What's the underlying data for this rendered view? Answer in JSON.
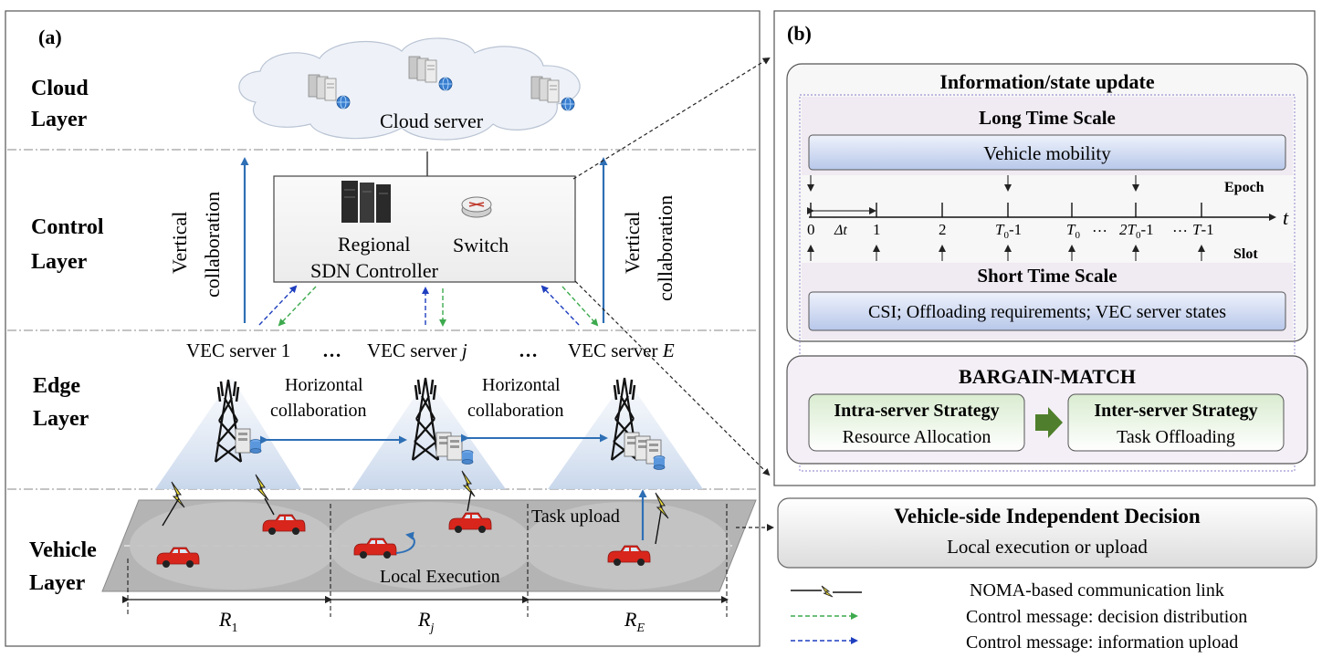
{
  "panel_a": {
    "label": "(a)",
    "layers": {
      "cloud": [
        "Cloud",
        "Layer"
      ],
      "control": [
        "Control",
        "Layer"
      ],
      "edge": [
        "Edge",
        "Layer"
      ],
      "vehicle": [
        "Vehicle",
        "Layer"
      ]
    },
    "cloud_server": "Cloud server",
    "controller": {
      "line1": "Regional",
      "line2": "SDN Controller",
      "switch": "Switch"
    },
    "vertical_collab": [
      "Vertical",
      "collaboration"
    ],
    "horizontal_collab": [
      "Horizontal",
      "collaboration"
    ],
    "servers": {
      "s1": "VEC server 1",
      "sj_prefix": "VEC server ",
      "sj_var": "j",
      "sE_prefix": "VEC server ",
      "sE_var": "E",
      "dots": "…"
    },
    "task_upload": "Task upload",
    "local_execution": "Local Execution",
    "regions": {
      "r_main": "R",
      "r1_sub": "1",
      "rj_sub": "j",
      "rE_sub": "E"
    }
  },
  "panel_b": {
    "label": "(b)",
    "info_title": "Information/state update",
    "long_scale": "Long Time Scale",
    "vehicle_mobility": "Vehicle mobility",
    "epoch": "Epoch",
    "slot": "Slot",
    "t_axis": "t",
    "delta_t": "Δt",
    "ticks": {
      "t0": "0",
      "t1": "1",
      "t2": "2",
      "tT0m1_main": "T",
      "tT0m1_sub": "0",
      "tT0m1_end": "-1",
      "tT0_main": "T",
      "tT0_sub": "0",
      "dots": "…",
      "t2T0m1_pre": "2T",
      "t2T0m1_sub": "0",
      "t2T0m1_end": "-1",
      "tTm1_pre": "T",
      "tTm1_end": "-1"
    },
    "short_scale": "Short Time Scale",
    "short_content": "CSI; Offloading requirements; VEC server states",
    "bargain": "BARGAIN-MATCH",
    "intra_title": "Intra-server Strategy",
    "intra_sub": "Resource Allocation",
    "inter_title": "Inter-server Strategy",
    "inter_sub": "Task Offloading"
  },
  "vehicle_side": {
    "title": "Vehicle-side Independent Decision",
    "sub": "Local execution or upload"
  },
  "legend": {
    "noma": "NOMA-based communication link",
    "green": "Control message: decision distribution",
    "blue": "Control message: information upload"
  },
  "colors": {
    "blue_arrow": "#2e6fb5",
    "green_dash": "#3daa4e",
    "blue_dash": "#1f3fbf",
    "car_red": "#d8261c",
    "gradient_green": "#d9ecd0",
    "bar_blue": "#b8c8ea"
  }
}
